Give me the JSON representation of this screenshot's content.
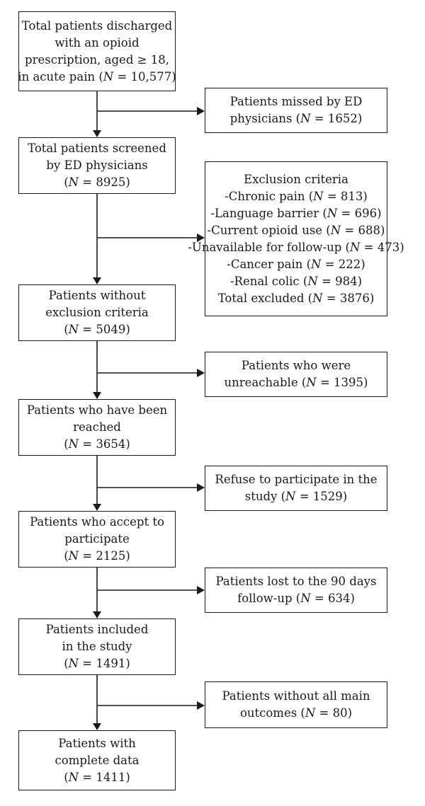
{
  "flowchart": {
    "main_boxes": [
      {
        "id": "discharged",
        "lines": [
          "Total patients discharged",
          "with an opioid",
          "prescription, aged ≥ 18,",
          "in acute pain (N = 10,577)"
        ]
      },
      {
        "id": "screened",
        "lines": [
          "Total patients screened",
          "by ED physicians",
          "(N = 8925)"
        ]
      },
      {
        "id": "without_exclusion",
        "lines": [
          "Patients without",
          "exclusion criteria",
          "(N = 5049)"
        ]
      },
      {
        "id": "reached",
        "lines": [
          "Patients who have been",
          "reached",
          "(N = 3654)"
        ]
      },
      {
        "id": "accepted",
        "lines": [
          "Patients who accept to",
          "participate",
          "(N = 2125)"
        ]
      },
      {
        "id": "included",
        "lines": [
          "Patients included",
          "in the study",
          "(N = 1491)"
        ]
      },
      {
        "id": "complete",
        "lines": [
          "Patients with",
          "complete data",
          "(N = 1411)"
        ]
      }
    ],
    "side_boxes": [
      {
        "id": "missed",
        "lines": [
          "Patients missed by ED",
          "physicians (N = 1652)"
        ]
      },
      {
        "id": "exclusion",
        "lines": [
          "Exclusion criteria",
          "-Chronic pain (N = 813)",
          "-Language barrier (N = 696)",
          "-Current opioid use (N = 688)",
          "-Unavailable for follow-up (N = 473)",
          "-Cancer pain (N = 222)",
          "-Renal colic (N = 984)",
          "Total excluded (N = 3876)"
        ]
      },
      {
        "id": "unreachable",
        "lines": [
          "Patients who were",
          "unreachable (N = 1395)"
        ]
      },
      {
        "id": "refused",
        "lines": [
          "Refuse to participate in the",
          "study (N = 1529)"
        ]
      },
      {
        "id": "lost",
        "lines": [
          "Patients lost to the 90 days",
          "follow-up (N = 634)"
        ]
      },
      {
        "id": "missing_outcomes",
        "lines": [
          "Patients without all main",
          "outcomes (N = 80)"
        ]
      }
    ]
  }
}
